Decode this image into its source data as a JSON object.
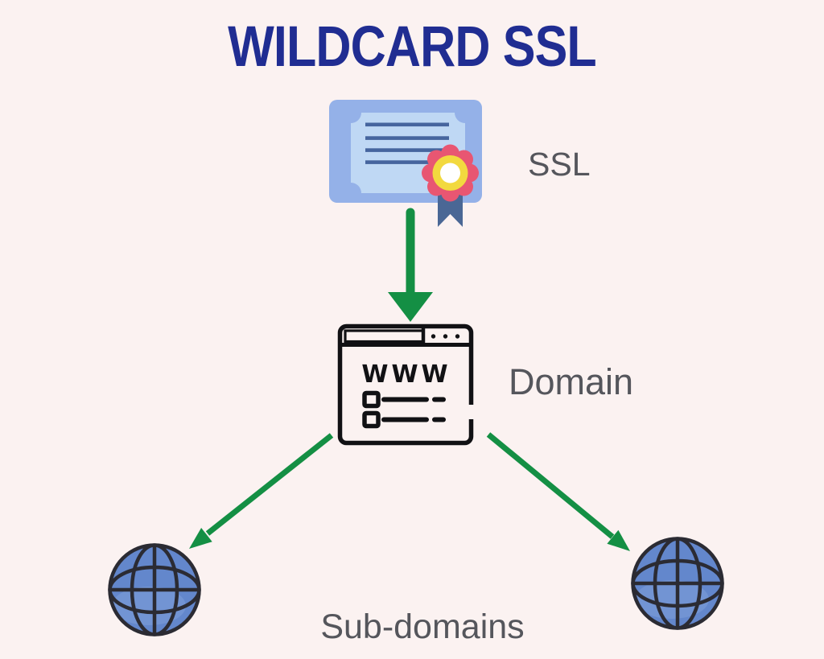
{
  "title": "WILDCARD SSL",
  "labels": {
    "ssl": "SSL",
    "domain": "Domain",
    "subdomains": "Sub-domains"
  },
  "browser": {
    "www_text": "WWW"
  },
  "icons": {
    "certificate": "ssl-certificate-icon",
    "browser": "domain-browser-icon",
    "globe_left": "globe-icon",
    "globe_right": "globe-icon",
    "arrow_down": "down-arrow-icon",
    "arrow_to_left_globe": "diagonal-arrow-icon",
    "arrow_to_right_globe": "diagonal-arrow-icon"
  },
  "colors": {
    "background": "#FBF2F1",
    "title": "#202D92",
    "label": "#55565C",
    "arrow": "#148F44",
    "outline": "#111114",
    "cert_frame": "#94B1E8",
    "cert_paper": "#BFD8F4",
    "cert_lines": "#46659E",
    "ribbon": "#4A6795",
    "rosette": "#E85672",
    "rosette_ring": "#F2D93F",
    "rosette_center": "#FFFFFF",
    "globe_fill": "#6387CC",
    "globe_outline": "#2B2B33",
    "globe_sheen": "#85A3DC"
  }
}
